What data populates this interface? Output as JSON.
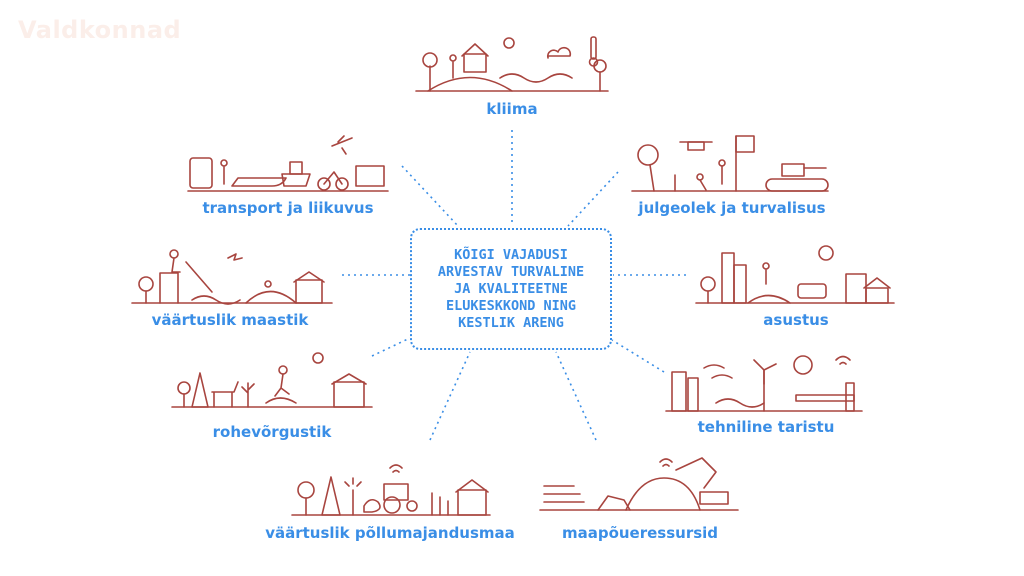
{
  "header": {
    "corner_title": "Valdkonnad"
  },
  "center": {
    "lines": [
      "KÕIGI VAJADUSI",
      "ARVESTAV TURVALINE",
      "JA KVALITEETNE",
      "ELUKESKKOND NING",
      "KESTLIK ARENG"
    ]
  },
  "topics": [
    {
      "id": "kliima",
      "label": "kliima",
      "icon": "climate-illustration"
    },
    {
      "id": "julgeolek",
      "label": "julgeolek ja turvalisus",
      "icon": "security-illustration"
    },
    {
      "id": "asustus",
      "label": "asustus",
      "icon": "settlement-illustration"
    },
    {
      "id": "tehniline",
      "label": "tehniline taristu",
      "icon": "infrastructure-illustration"
    },
    {
      "id": "maapoue",
      "label": "maapõueressursid",
      "icon": "mineral-resources-illustration"
    },
    {
      "id": "pollumajandus",
      "label": "väärtuslik põllumajandusmaa",
      "icon": "farmland-illustration"
    },
    {
      "id": "rohevorgustik",
      "label": "rohevõrgustik",
      "icon": "green-network-illustration"
    },
    {
      "id": "maastik",
      "label": "väärtuslik maastik",
      "icon": "landscape-illustration"
    },
    {
      "id": "transport",
      "label": "transport ja liikuvus",
      "icon": "transport-illustration"
    }
  ],
  "colors": {
    "line": "#a8453f",
    "accent": "#3a8ee6",
    "corner": "#fbeee9"
  }
}
